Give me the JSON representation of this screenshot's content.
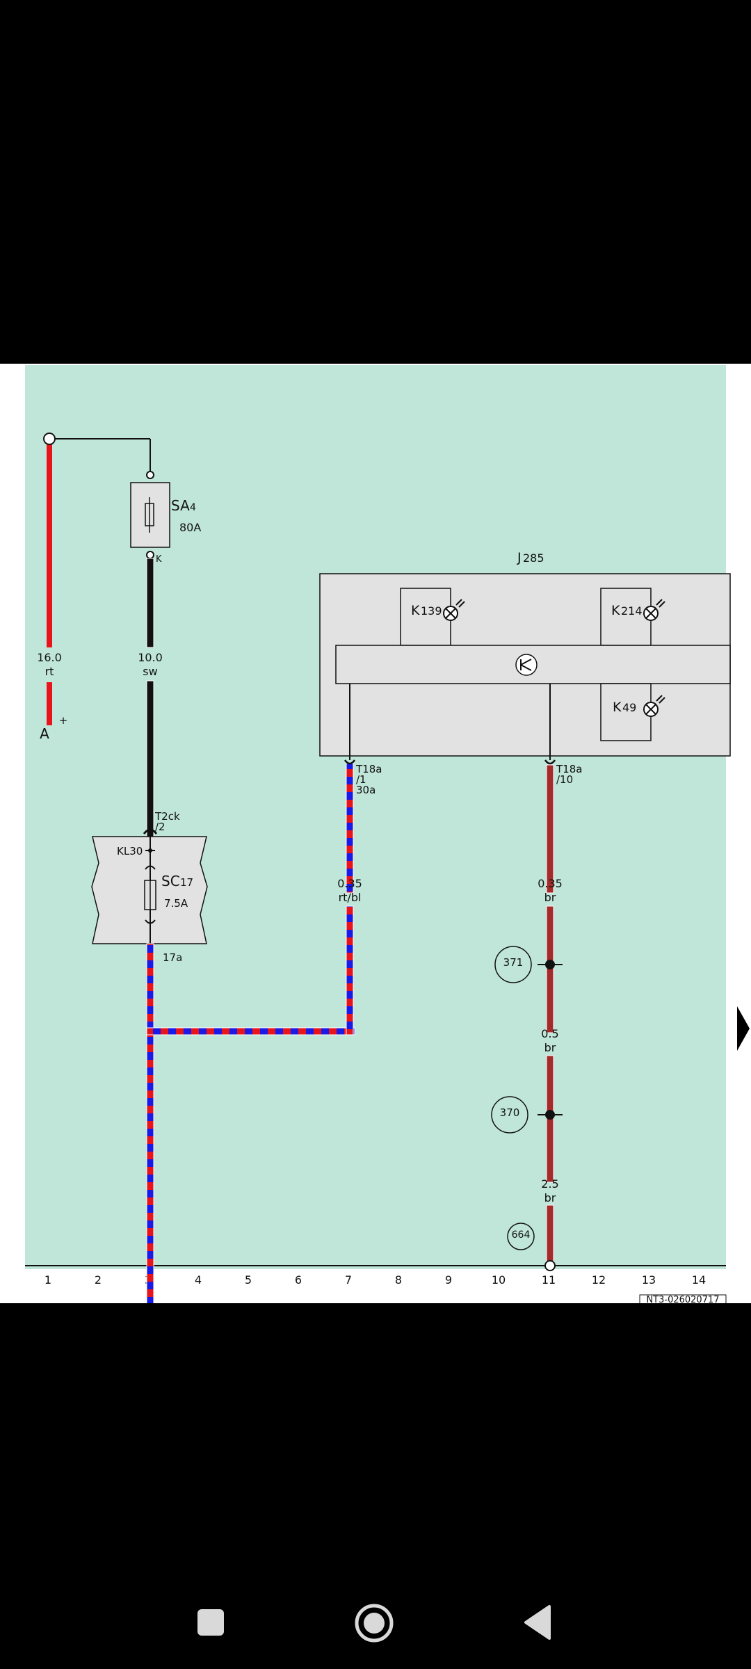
{
  "diagram": {
    "page_code": "NT3-026020717",
    "grid_columns": [
      "1",
      "2",
      "3",
      "4",
      "5",
      "6",
      "7",
      "8",
      "9",
      "10",
      "11",
      "12",
      "13",
      "14"
    ],
    "colors": {
      "background": "#c0e6da",
      "box": "#e2e2e2",
      "red": "#e8141b",
      "blue": "#1a1ae6",
      "brown": "#a52a2a",
      "black": "#111111"
    },
    "terminal_a": {
      "name": "A",
      "sign": "+"
    },
    "wires": {
      "w1": {
        "size": "16.0",
        "color": "rt"
      },
      "w2": {
        "size": "10.0",
        "color": "sw"
      },
      "w3": {
        "size": "0.35",
        "color": "rt/bl"
      },
      "w4": {
        "size": "0.35",
        "color": "br"
      },
      "w5": {
        "size": "0.5",
        "color": "br"
      },
      "w6": {
        "size": "2.5",
        "color": "br"
      }
    },
    "fuse_sa": {
      "prefix": "SA",
      "index": "4",
      "rating": "80A",
      "terminal": "K"
    },
    "fuse_sc": {
      "prefix": "SC",
      "index": "17",
      "rating": "7.5A",
      "pin_in": "KL30",
      "pin_out": "17a"
    },
    "connector_t2ck": {
      "line1": "T2ck",
      "line2": "/2"
    },
    "control_unit": {
      "prefix": "J",
      "index": "285"
    },
    "lamps": [
      {
        "prefix": "K",
        "index": "139"
      },
      {
        "prefix": "K",
        "index": "214"
      },
      {
        "prefix": "K",
        "index": "49"
      }
    ],
    "pin_1": {
      "line1": "T18a",
      "line2": "/1",
      "line3": "30a"
    },
    "pin_10": {
      "line1": "T18a",
      "line2": "/10"
    },
    "junctions": [
      "371",
      "370"
    ],
    "ground": "664"
  },
  "navbar": {
    "icons": [
      "recents-square-icon",
      "home-circle-icon",
      "back-triangle-icon"
    ]
  }
}
